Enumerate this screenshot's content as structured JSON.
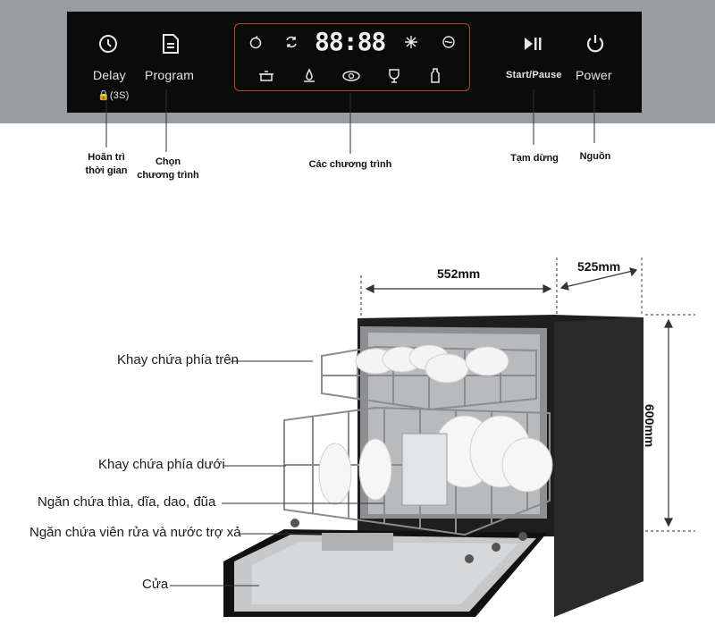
{
  "control_panel": {
    "delay_label": "Delay",
    "delay_lock": "🔒(3S)",
    "program_label": "Program",
    "start_pause_label": "Start/Pause",
    "power_label": "Power",
    "display_digits": "88:88",
    "icons": [
      "clock-icon",
      "document-icon",
      "apple-icon",
      "recycle-icon",
      "snowflake-icon",
      "wave-bowl-icon",
      "pot-icon",
      "drop-icon",
      "bowls-icon",
      "glass-icon",
      "bottle-icon",
      "play-pause-icon",
      "power-icon"
    ]
  },
  "callouts": {
    "delay": "Hoãn trì\nthời gian",
    "program": "Chọn\nchương trình",
    "programs": "Các chương trình",
    "pause": "Tạm dừng",
    "power": "Nguồn"
  },
  "dimensions": {
    "width": "552mm",
    "depth": "525mm",
    "height": "600mm"
  },
  "parts": {
    "upper_rack": "Khay chứa phía trên",
    "lower_rack": "Khay chứa phía dưới",
    "cutlery": "Ngăn chứa thìa, dĩa, dao, đũa",
    "detergent": "Ngăn chứa viên rửa và nước trợ xả",
    "door": "Cửa"
  }
}
